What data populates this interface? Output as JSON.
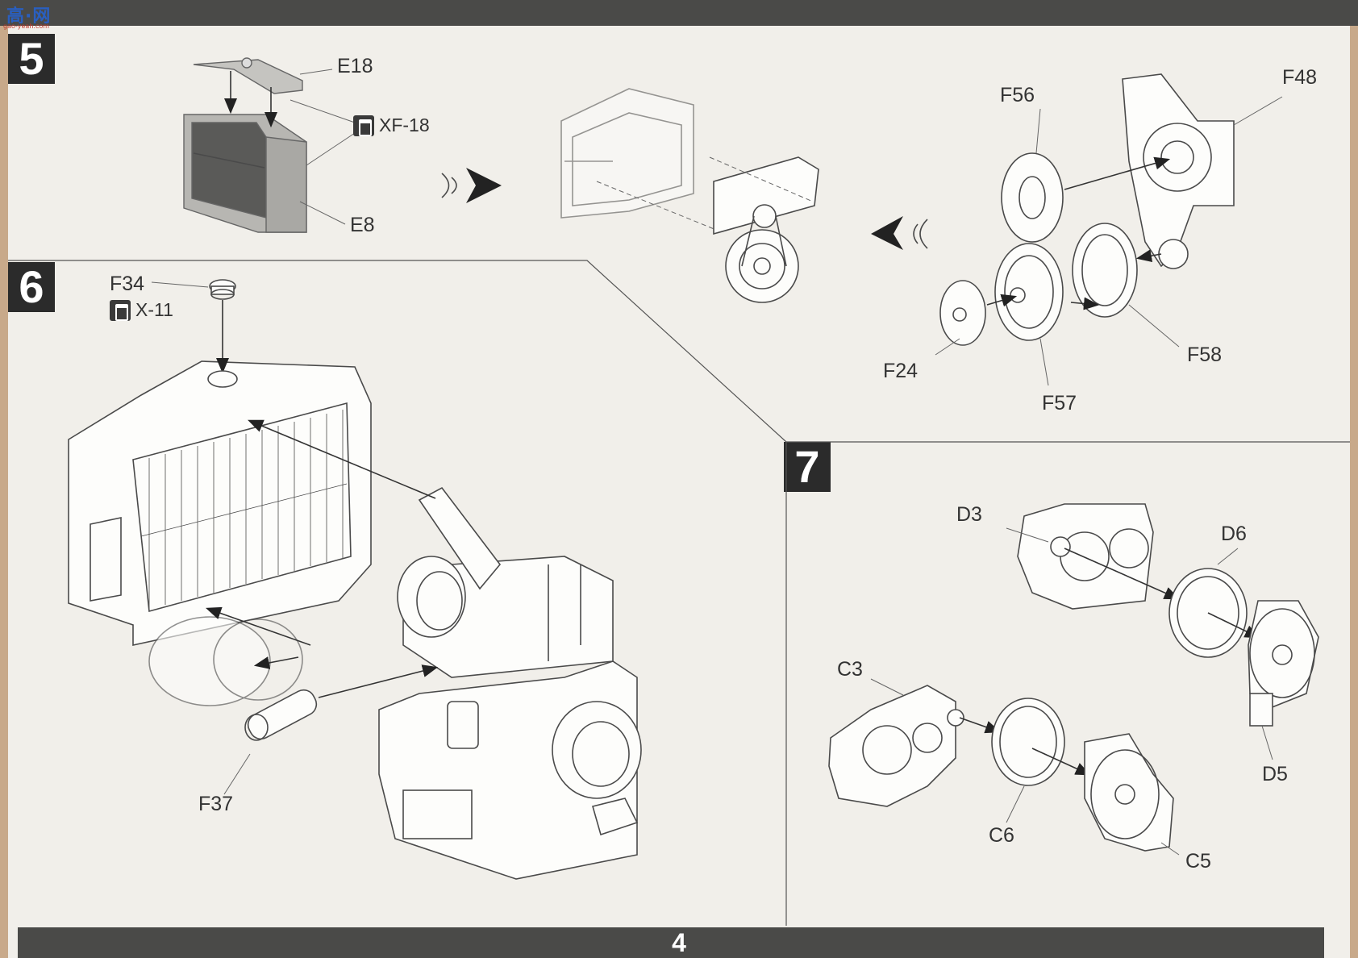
{
  "watermark": {
    "logo_text": "高·网",
    "logo_subtext": "gao-yeah.com"
  },
  "page_number": "4",
  "steps": [
    {
      "number": "5",
      "part_labels": [
        "E18",
        "E8",
        "F56",
        "F48",
        "F24",
        "F57",
        "F58"
      ],
      "paint_callouts": [
        {
          "icon": "paint-brush-icon",
          "code": "XF-18"
        }
      ]
    },
    {
      "number": "6",
      "part_labels": [
        "F34",
        "F37"
      ],
      "paint_callouts": [
        {
          "icon": "paint-brush-icon",
          "code": "X-11"
        }
      ]
    },
    {
      "number": "7",
      "part_labels": [
        "D3",
        "D6",
        "D5",
        "C3",
        "C6",
        "C5"
      ],
      "paint_callouts": []
    }
  ],
  "colors": {
    "bar": "#4a4a48",
    "sheet": "#f1efea",
    "badge": "#2b2b2b"
  }
}
